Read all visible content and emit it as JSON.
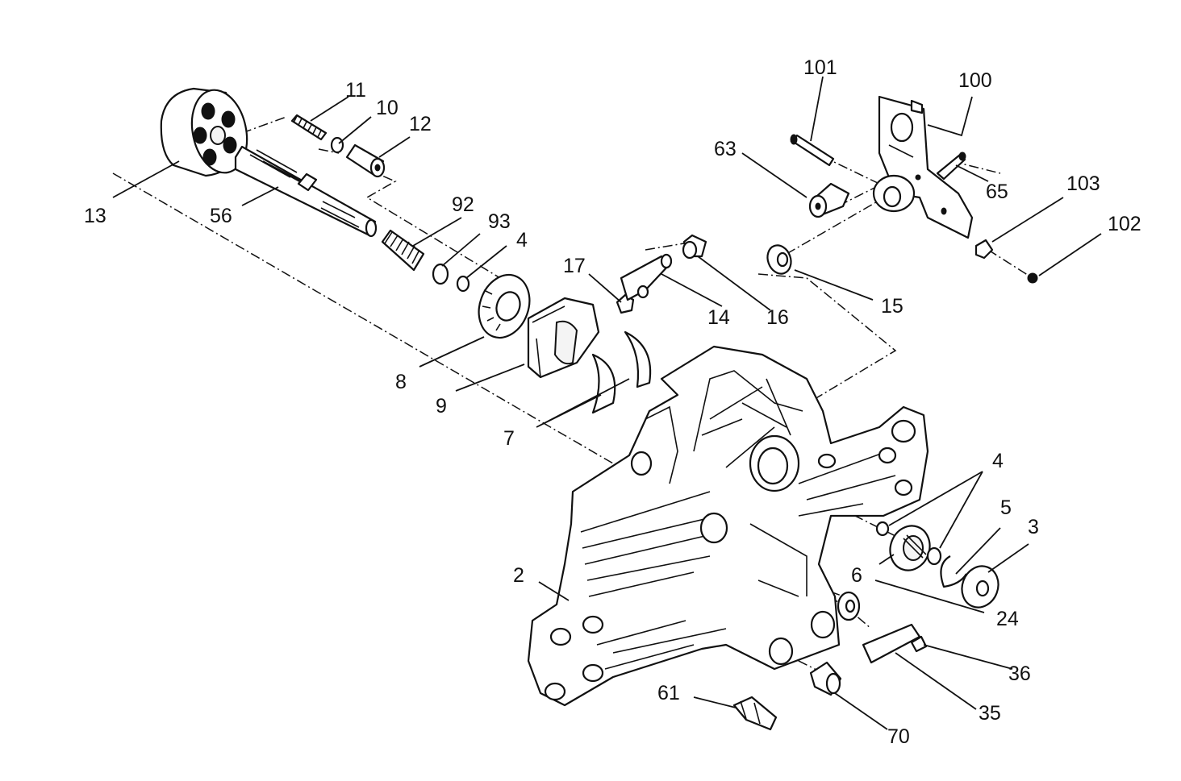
{
  "callouts": {
    "c11": "11",
    "c10": "10",
    "c12": "12",
    "c13": "13",
    "c56": "56",
    "c92": "92",
    "c93": "93",
    "c4a": "4",
    "c8": "8",
    "c9": "9",
    "c7": "7",
    "c17": "17",
    "c14": "14",
    "c16": "16",
    "c101": "101",
    "c100": "100",
    "c63": "63",
    "c65": "65",
    "c103": "103",
    "c102": "102",
    "c15": "15",
    "c4b": "4",
    "c5": "5",
    "c3": "3",
    "c6": "6",
    "c24": "24",
    "c2": "2",
    "c36": "36",
    "c35": "35",
    "c61": "61",
    "c70": "70"
  }
}
